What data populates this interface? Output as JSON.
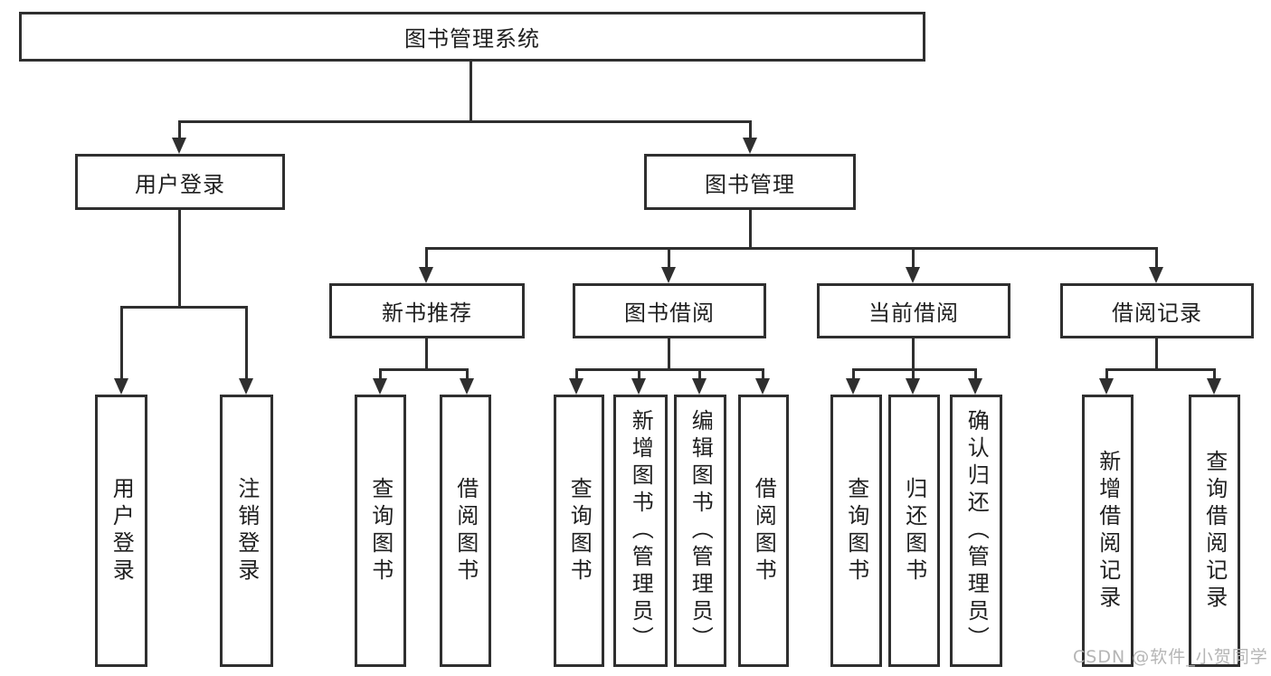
{
  "tree": {
    "label": "图书管理系统",
    "children": [
      {
        "label": "用户登录",
        "children": [
          {
            "label": "用户登录"
          },
          {
            "label": "注销登录"
          }
        ]
      },
      {
        "label": "图书管理",
        "children": [
          {
            "label": "新书推荐",
            "children": [
              {
                "label": "查询图书"
              },
              {
                "label": "借阅图书"
              }
            ]
          },
          {
            "label": "图书借阅",
            "children": [
              {
                "label": "查询图书"
              },
              {
                "label": "新增图书（管理员）"
              },
              {
                "label": "编辑图书（管理员）"
              },
              {
                "label": "借阅图书"
              }
            ]
          },
          {
            "label": "当前借阅",
            "children": [
              {
                "label": "查询图书"
              },
              {
                "label": "归还图书"
              },
              {
                "label": "确认归还（管理员）"
              }
            ]
          },
          {
            "label": "借阅记录",
            "children": [
              {
                "label": "新增借阅记录"
              },
              {
                "label": "查询借阅记录"
              }
            ]
          }
        ]
      }
    ]
  },
  "watermark": {
    "text": "CSDN @软件_小贺同学"
  },
  "colors": {
    "line": "#2f2f2f",
    "text": "#1f1f1f",
    "watermark": "#b5b5b5",
    "background": "#ffffff"
  }
}
